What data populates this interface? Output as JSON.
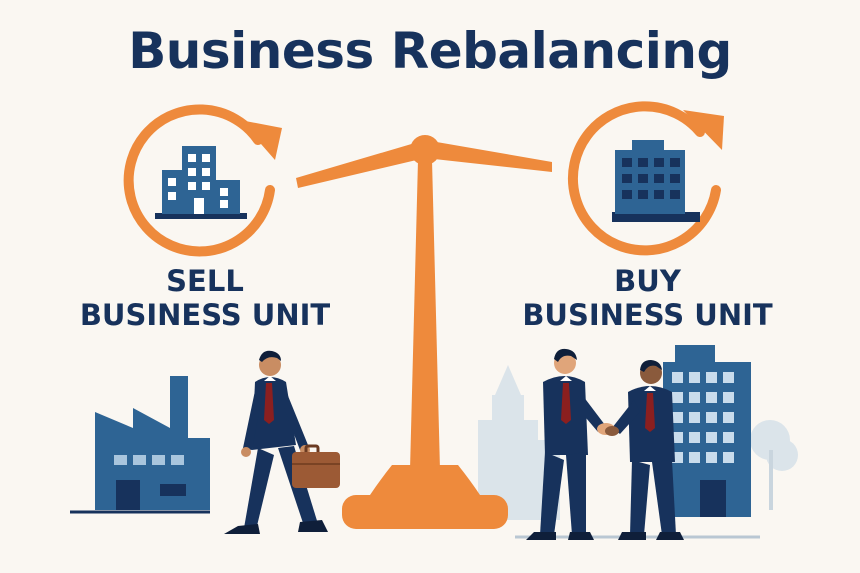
{
  "title": "Business Rebalancing",
  "sell": {
    "line1": "SELL",
    "line2": "BUSINESS UNIT"
  },
  "buy": {
    "line1": "BUY",
    "line2": "BUSINESS UNIT"
  },
  "colors": {
    "navy": "#17325c",
    "blue": "#2e6494",
    "orange": "#ee8a3c",
    "background": "#faf7f2",
    "light_blue": "#dbe4ea"
  },
  "icons": [
    "sell-cycle-arrow-icon",
    "office-building-icon",
    "buy-cycle-arrow-icon",
    "corporate-tower-icon",
    "balance-scale-icon",
    "factory-icon",
    "briefcase-icon",
    "handshake-icon"
  ]
}
